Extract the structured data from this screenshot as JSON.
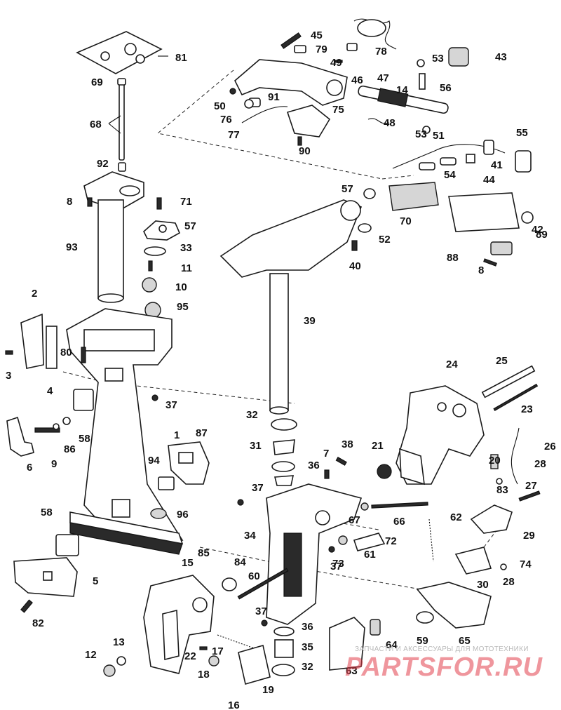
{
  "diagram": {
    "callouts": [
      "45",
      "79",
      "78",
      "43",
      "81",
      "49",
      "53",
      "46",
      "47",
      "56",
      "69",
      "14",
      "50",
      "91",
      "75",
      "76",
      "77",
      "48",
      "53",
      "51",
      "55",
      "68",
      "90",
      "92",
      "41",
      "54",
      "44",
      "8",
      "71",
      "57",
      "52",
      "70",
      "57",
      "42",
      "89",
      "93",
      "33",
      "40",
      "11",
      "88",
      "8",
      "10",
      "95",
      "39",
      "2",
      "80",
      "24",
      "25",
      "3",
      "4",
      "37",
      "23",
      "32",
      "58",
      "6",
      "9",
      "86",
      "1",
      "87",
      "21",
      "7",
      "38",
      "26",
      "31",
      "36",
      "94",
      "20",
      "28",
      "83",
      "27",
      "37",
      "67",
      "66",
      "62",
      "96",
      "58",
      "34",
      "29",
      "61",
      "72",
      "73",
      "37",
      "85",
      "74",
      "84",
      "5",
      "60",
      "15",
      "30",
      "28",
      "37",
      "36",
      "82",
      "35",
      "22",
      "17",
      "13",
      "12",
      "18",
      "16",
      "19",
      "32",
      "64",
      "65",
      "63",
      "59"
    ]
  },
  "watermark": {
    "text": "ЗАПЧАСТИ И АКСЕССУАРЫ ДЛЯ МОТОТЕХНИКИ",
    "logo": "PARTSFOR.RU"
  }
}
